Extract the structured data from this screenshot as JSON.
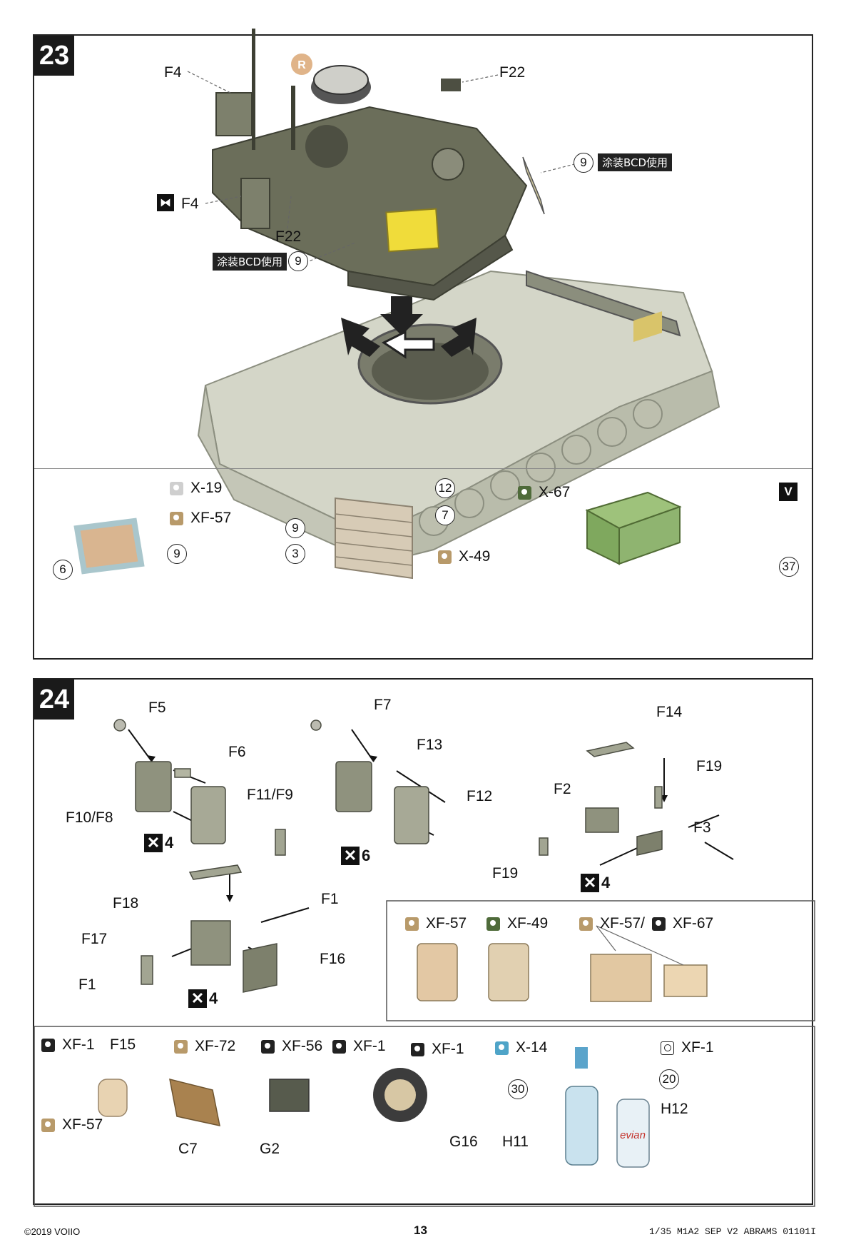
{
  "step23": {
    "number": "23",
    "labels": {
      "f4_top": "F4",
      "f22_top": "F22",
      "f4_left": "F4",
      "f22_mid": "F22",
      "r_mark": "R",
      "decal_g_right": "9",
      "decal_g_mid": "9",
      "jp_note_right": "涂装BCD使用",
      "jp_note_mid": "涂装BCD使用"
    },
    "paint_row": {
      "item1": {
        "code_a": "X-19",
        "code_b": "XF-57",
        "decal_a": "6",
        "decal_b": "9"
      },
      "item2": {
        "d12": "12",
        "d7": "7",
        "d9": "9",
        "d3": "3",
        "code": "X-49"
      },
      "item3": {
        "code": "X-67",
        "decal": "37"
      }
    }
  },
  "step24": {
    "number": "24",
    "group1": {
      "f5": "F5",
      "f6": "F6",
      "f11": "F11/F9",
      "f10": "F10/F8",
      "mult_num": "4"
    },
    "group2": {
      "f7": "F7",
      "f13": "F13",
      "f12": "F12",
      "mult_num": "6"
    },
    "group3": {
      "f14": "F14",
      "f19a": "F19",
      "f2": "F2",
      "f3": "F3",
      "f19b": "F19",
      "mult_num": "4"
    },
    "group4": {
      "f18": "F18",
      "f1a": "F1",
      "f17": "F17",
      "f16": "F16",
      "f1b": "F1",
      "mult_num": "4"
    },
    "paint_box": {
      "a": "XF-57",
      "b": "XF-49",
      "c1": "XF-57/",
      "c2": "XF-67"
    },
    "bottom_row": {
      "xf1a": "XF-1",
      "f15": "F15",
      "xf57": "XF-57",
      "xf72": "XF-72",
      "c7": "C7",
      "xf56": "XF-56",
      "xf1b": "XF-1",
      "g2": "G2",
      "xf1c": "XF-1",
      "g16": "G16",
      "x14": "X-14",
      "d30": "30",
      "h11": "H11",
      "xf1d": "XF-1",
      "d20": "20",
      "h12": "H12",
      "evian": "evian"
    }
  },
  "footer": {
    "copyright": "©2019 VOIIO",
    "page": "13",
    "product": "1/35 M1A2 SEP V2 ABRAMS 01101I"
  },
  "colors": {
    "turret": "#6b6e5a",
    "hull": "#cfd1c2",
    "tan": "#d8c3a0",
    "green_box": "#8fb470",
    "yellow_patch": "#f0dc3a"
  }
}
